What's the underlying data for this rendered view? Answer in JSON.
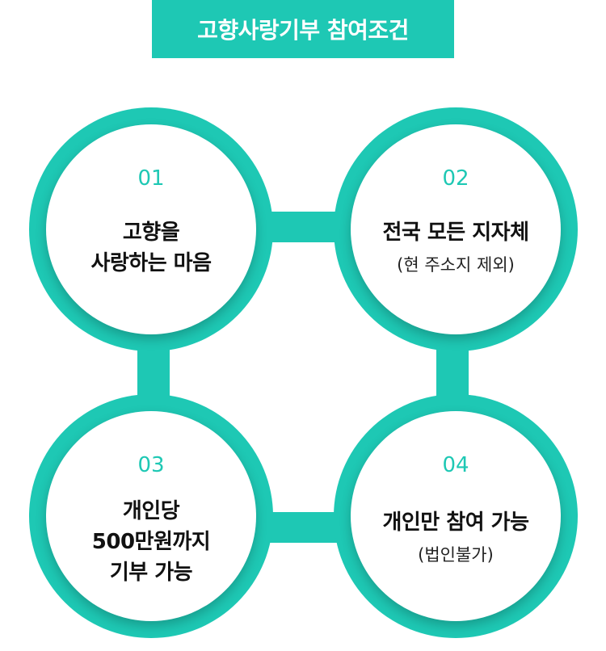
{
  "title": "고향사랑기부 참여조건",
  "items": [
    {
      "num": "01",
      "line1": "고향을",
      "line2": "사랑하는 마음"
    },
    {
      "num": "02",
      "heading": "전국 모든 지자체",
      "sub": "(현 주소지 제외)"
    },
    {
      "num": "03",
      "line1": "개인당",
      "line2": "500만원까지",
      "line3": "기부 가능"
    },
    {
      "num": "04",
      "heading": "개인만 참여 가능",
      "sub": "(법인불가)"
    }
  ],
  "colors": {
    "accent": "#1ec8b4",
    "text": "#111111"
  }
}
